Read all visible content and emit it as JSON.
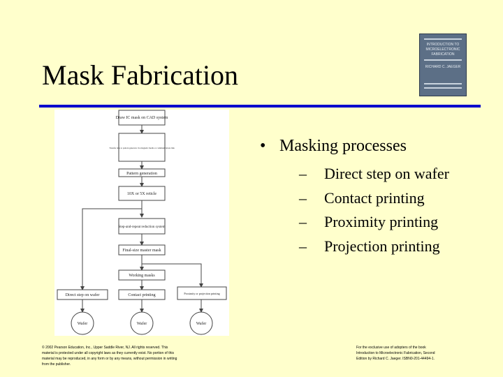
{
  "slide": {
    "title": "Mask Fabrication",
    "bullet": "Masking processes",
    "sub_items": [
      "Direct step on wafer",
      "Contact printing",
      "Proximity printing",
      "Projection printing"
    ]
  },
  "book_cover": {
    "lines": [
      "INTRODUCTION TO",
      "MICROELECTRONIC",
      "FABRICATION",
      "RICHARD C. JAEGER"
    ]
  },
  "flowchart": {
    "boxes": [
      "Draw IC mask on CAD system",
      "Transfer data to pattern generator via magnetic media or communications link",
      "Pattern generation",
      "10X or 5X reticle",
      "Step-and-repeat reduction system",
      "Final-size master mask",
      "Working masks",
      "Direct step on wafer",
      "Contact printing",
      "Proximity or projection printing"
    ],
    "wafers": [
      "Wafer",
      "Wafer",
      "Wafer"
    ]
  },
  "footer": {
    "left": [
      "© 2002 Pearson Education, Inc., Upper Saddle River, NJ. All rights reserved. This",
      "material is protected under all copyright laws as they currently exist. No portion of this",
      "material may be reproduced, in any form or by any means, without permission in writing",
      "from the publisher."
    ],
    "right": [
      "For the exclusive use of adopters of the book",
      "Introduction to Microelectronic Fabrication, Second",
      "Edition by Richard C. Jaeger. ISBN0-201-44494-1."
    ]
  },
  "colors": {
    "background": "#ffffcc",
    "rule": "#0000cc",
    "book_cover": "#5c6f86",
    "figure_bg": "#ffffff"
  }
}
